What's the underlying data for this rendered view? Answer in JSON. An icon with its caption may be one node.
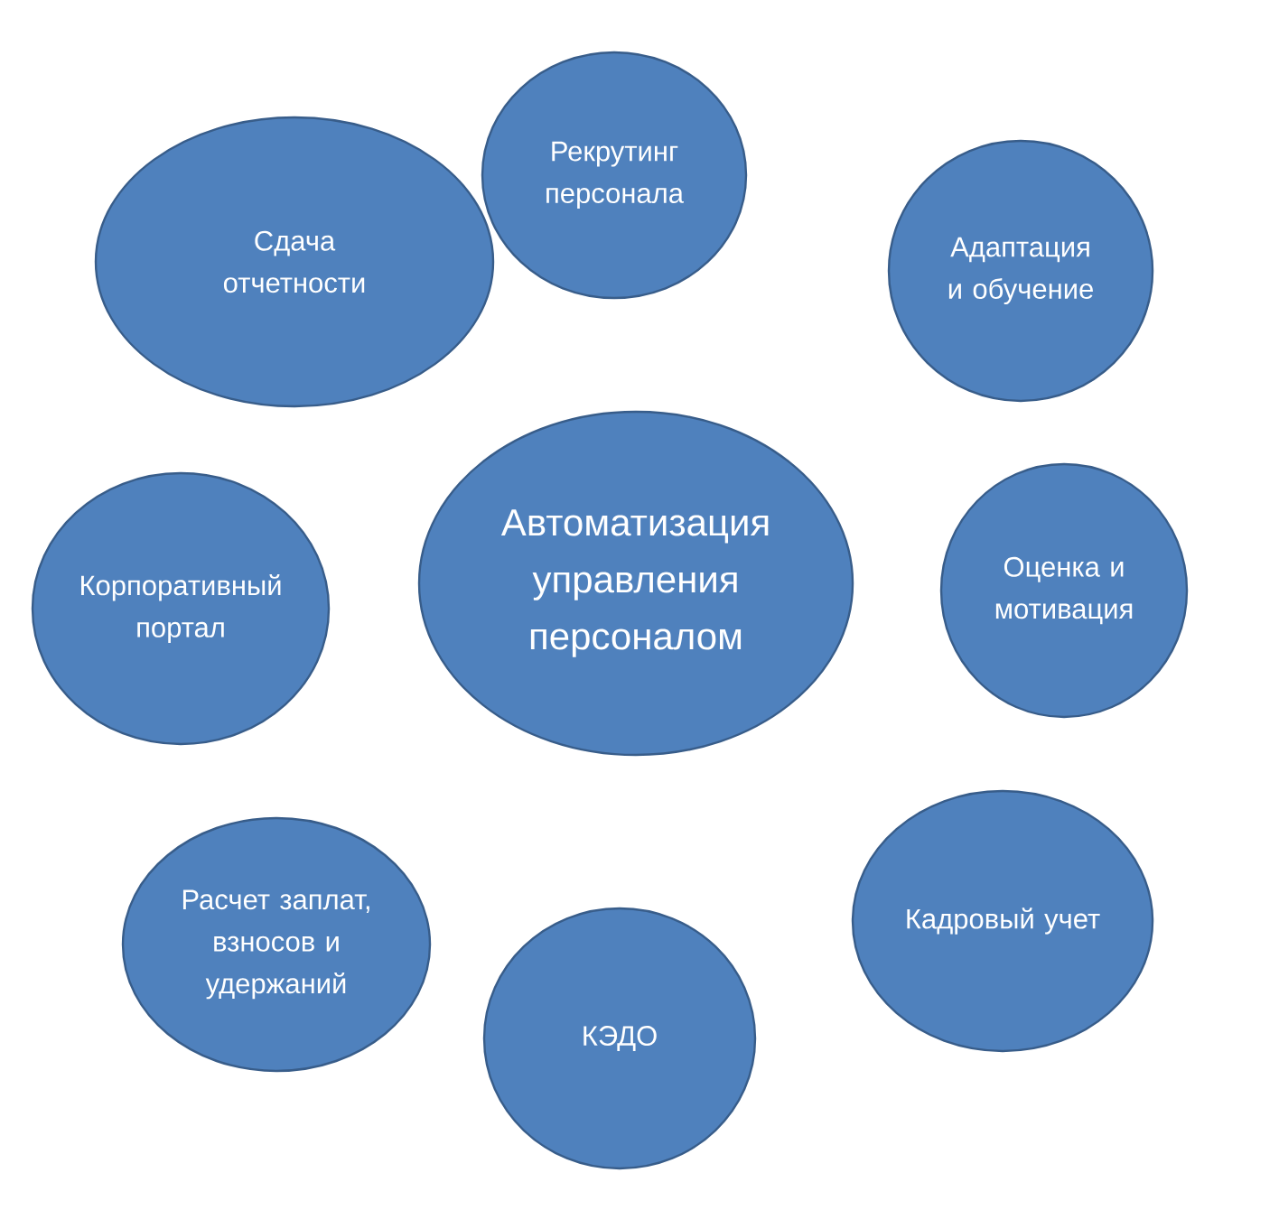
{
  "diagram": {
    "nodes": [
      {
        "text": [
          "Автоматизация управления персоналом"
        ]
      },
      {
        "text": [
          "Рекрутинг персонала"
        ]
      },
      {
        "text": [
          "Адаптация и обучение"
        ]
      },
      {
        "text": [
          "Оценка и мотивация"
        ]
      },
      {
        "text": [
          "Кадровый учет"
        ]
      },
      {
        "text": [
          "КЭДО"
        ]
      },
      {
        "text": [
          "Расчет заплат, взносов и удержаний"
        ]
      },
      {
        "text": [
          "Корпоративный портал"
        ]
      },
      {
        "text": [
          "Сдача отчетности"
        ]
      }
    ]
  }
}
